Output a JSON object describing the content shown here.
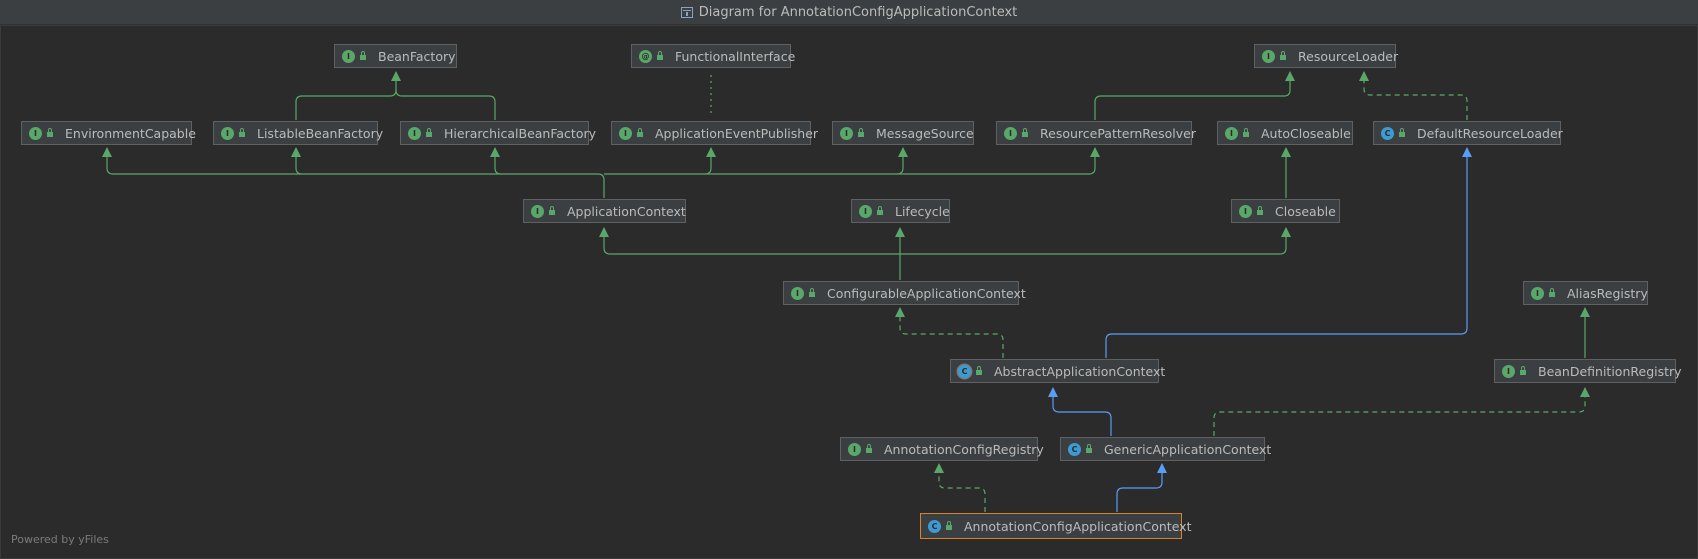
{
  "window": {
    "title": "Diagram for AnnotationConfigApplicationContext"
  },
  "footer": {
    "powered_by": "Powered by yFiles"
  },
  "colors": {
    "interface_arrow": "#59a869",
    "class_arrow": "#589df6",
    "selected_border": "#d9822b"
  },
  "nodes": {
    "bean_factory": {
      "label": "BeanFactory",
      "kind": "interface",
      "badge": "I"
    },
    "functional_interface": {
      "label": "FunctionalInterface",
      "kind": "annotation",
      "badge": "@"
    },
    "resource_loader": {
      "label": "ResourceLoader",
      "kind": "interface",
      "badge": "I"
    },
    "environment_capable": {
      "label": "EnvironmentCapable",
      "kind": "interface",
      "badge": "I"
    },
    "listable_bean_factory": {
      "label": "ListableBeanFactory",
      "kind": "interface",
      "badge": "I"
    },
    "hierarchical_bean_factory": {
      "label": "HierarchicalBeanFactory",
      "kind": "interface",
      "badge": "I"
    },
    "application_event_publisher": {
      "label": "ApplicationEventPublisher",
      "kind": "interface",
      "badge": "I"
    },
    "message_source": {
      "label": "MessageSource",
      "kind": "interface",
      "badge": "I"
    },
    "resource_pattern_resolver": {
      "label": "ResourcePatternResolver",
      "kind": "interface",
      "badge": "I"
    },
    "auto_closeable": {
      "label": "AutoCloseable",
      "kind": "interface",
      "badge": "I"
    },
    "default_resource_loader": {
      "label": "DefaultResourceLoader",
      "kind": "class",
      "badge": "C"
    },
    "application_context": {
      "label": "ApplicationContext",
      "kind": "interface",
      "badge": "I"
    },
    "lifecycle": {
      "label": "Lifecycle",
      "kind": "interface",
      "badge": "I"
    },
    "closeable": {
      "label": "Closeable",
      "kind": "interface",
      "badge": "I"
    },
    "configurable_application_context": {
      "label": "ConfigurableApplicationContext",
      "kind": "interface",
      "badge": "I"
    },
    "alias_registry": {
      "label": "AliasRegistry",
      "kind": "interface",
      "badge": "I"
    },
    "abstract_application_context": {
      "label": "AbstractApplicationContext",
      "kind": "abstract",
      "badge": "C"
    },
    "bean_definition_registry": {
      "label": "BeanDefinitionRegistry",
      "kind": "interface",
      "badge": "I"
    },
    "annotation_config_registry": {
      "label": "AnnotationConfigRegistry",
      "kind": "interface",
      "badge": "I"
    },
    "generic_application_context": {
      "label": "GenericApplicationContext",
      "kind": "class",
      "badge": "C"
    },
    "annotation_config_application_context": {
      "label": "AnnotationConfigApplicationContext",
      "kind": "class",
      "badge": "C",
      "selected": true
    }
  },
  "edges": [
    {
      "from": "listable_bean_factory",
      "to": "bean_factory",
      "type": "extends-interface"
    },
    {
      "from": "hierarchical_bean_factory",
      "to": "bean_factory",
      "type": "extends-interface"
    },
    {
      "from": "application_event_publisher",
      "to": "functional_interface",
      "type": "annotated"
    },
    {
      "from": "resource_pattern_resolver",
      "to": "resource_loader",
      "type": "extends-interface"
    },
    {
      "from": "default_resource_loader",
      "to": "resource_loader",
      "type": "implements"
    },
    {
      "from": "application_context",
      "to": "environment_capable",
      "type": "extends-interface"
    },
    {
      "from": "application_context",
      "to": "listable_bean_factory",
      "type": "extends-interface"
    },
    {
      "from": "application_context",
      "to": "hierarchical_bean_factory",
      "type": "extends-interface"
    },
    {
      "from": "application_context",
      "to": "application_event_publisher",
      "type": "extends-interface"
    },
    {
      "from": "application_context",
      "to": "message_source",
      "type": "extends-interface"
    },
    {
      "from": "application_context",
      "to": "resource_pattern_resolver",
      "type": "extends-interface"
    },
    {
      "from": "closeable",
      "to": "auto_closeable",
      "type": "extends-interface"
    },
    {
      "from": "configurable_application_context",
      "to": "application_context",
      "type": "extends-interface"
    },
    {
      "from": "configurable_application_context",
      "to": "lifecycle",
      "type": "extends-interface"
    },
    {
      "from": "configurable_application_context",
      "to": "closeable",
      "type": "extends-interface"
    },
    {
      "from": "abstract_application_context",
      "to": "configurable_application_context",
      "type": "implements"
    },
    {
      "from": "abstract_application_context",
      "to": "default_resource_loader",
      "type": "extends-class"
    },
    {
      "from": "bean_definition_registry",
      "to": "alias_registry",
      "type": "extends-interface"
    },
    {
      "from": "generic_application_context",
      "to": "abstract_application_context",
      "type": "extends-class"
    },
    {
      "from": "generic_application_context",
      "to": "bean_definition_registry",
      "type": "implements"
    },
    {
      "from": "annotation_config_application_context",
      "to": "annotation_config_registry",
      "type": "implements"
    },
    {
      "from": "annotation_config_application_context",
      "to": "generic_application_context",
      "type": "extends-class"
    }
  ]
}
